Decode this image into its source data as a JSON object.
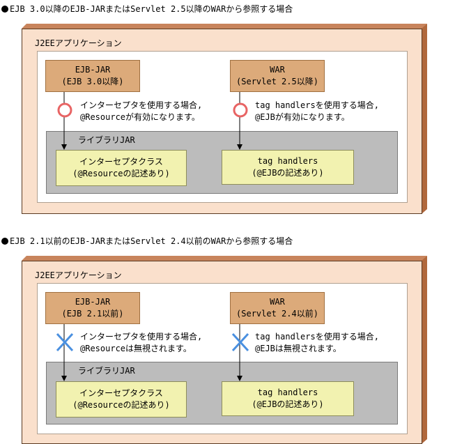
{
  "sections": [
    {
      "heading": "EJB 3.0以降のEJB-JARまたはServlet 2.5以降のWARから参照する場合",
      "app_title": "J2EEアプリケーション",
      "ejb_jar": {
        "line1": "EJB-JAR",
        "line2": "(EJB 3.0以降)"
      },
      "war": {
        "line1": "WAR",
        "line2": "(Servlet 2.5以降)"
      },
      "ejb_note": {
        "line1": "インターセプタを使用する場合,",
        "line2": "@Resourceが有効になります。"
      },
      "war_note": {
        "line1": "tag handlersを使用する場合,",
        "line2": "@EJBが有効になります。"
      },
      "marker": "circle-icon",
      "library_title": "ライブラリJAR",
      "interceptor": {
        "line1": "インターセプタクラス",
        "line2": "(@Resourceの記述あり)"
      },
      "tag_handlers": {
        "line1": "tag handlers",
        "line2": "(@EJBの記述あり)"
      }
    },
    {
      "heading": "EJB 2.1以前のEJB-JARまたはServlet 2.4以前のWARから参照する場合",
      "app_title": "J2EEアプリケーション",
      "ejb_jar": {
        "line1": "EJB-JAR",
        "line2": "(EJB 2.1以前)"
      },
      "war": {
        "line1": "WAR",
        "line2": "(Servlet 2.4以前)"
      },
      "ejb_note": {
        "line1": "インターセプタを使用する場合,",
        "line2": "@Resourceは無視されます。"
      },
      "war_note": {
        "line1": "tag handlersを使用する場合,",
        "line2": "@EJBは無視されます。"
      },
      "marker": "cross-icon",
      "library_title": "ライブラリJAR",
      "interceptor": {
        "line1": "インターセプタクラス",
        "line2": "(@Resourceの記述あり)"
      },
      "tag_handlers": {
        "line1": "tag handlers",
        "line2": "(@EJBの記述あり)"
      }
    }
  ],
  "colors": {
    "app_face": "#fae0cc",
    "app_top": "#c8845c",
    "app_side": "#b0683c",
    "component": "#dcaa7a",
    "library": "#bcbcbc",
    "class_box": "#f2f2b0",
    "ok_circle": "#e86464",
    "ng_cross": "#4a90e0"
  }
}
